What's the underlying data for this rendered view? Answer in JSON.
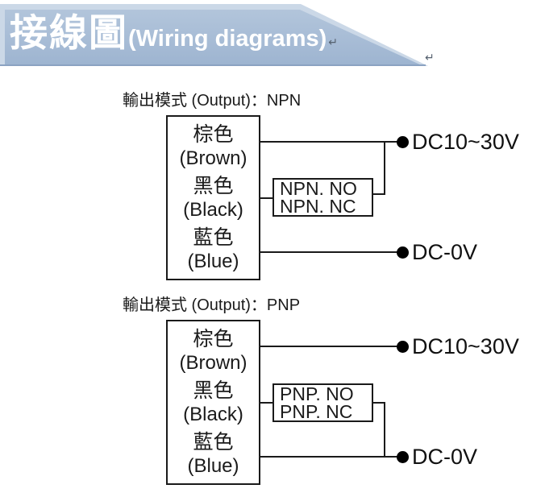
{
  "header": {
    "title_zh": "接線圖",
    "title_en": "(Wiring diagrams)",
    "return_mark": "↵",
    "colors": {
      "banner_fill": "#a6bbd5",
      "banner_edge": "#cbd8e7",
      "banner_bottom_line": "#8ba3c2",
      "title_text": "#ffffff",
      "diagram_ink": "#1a1a1a"
    }
  },
  "diagrams": [
    {
      "id": "npn",
      "label": "輸出模式 (Output)：NPN",
      "wires": [
        {
          "name": "brown",
          "zh": "棕色",
          "en": "(Brown)"
        },
        {
          "name": "black",
          "zh": "黑色",
          "en": "(Black)"
        },
        {
          "name": "blue",
          "zh": "藍色",
          "en": "(Blue)"
        }
      ],
      "output_box": [
        "NPN. NO",
        "NPN. NC"
      ],
      "terminals": [
        {
          "name": "positive",
          "label": "DC10~30V"
        },
        {
          "name": "zero",
          "label": "DC-0V"
        }
      ]
    },
    {
      "id": "pnp",
      "label": "輸出模式 (Output)：PNP",
      "wires": [
        {
          "name": "brown",
          "zh": "棕色",
          "en": "(Brown)"
        },
        {
          "name": "black",
          "zh": "黑色",
          "en": "(Black)"
        },
        {
          "name": "blue",
          "zh": "藍色",
          "en": "(Blue)"
        }
      ],
      "output_box": [
        "PNP. NO",
        "PNP. NC"
      ],
      "terminals": [
        {
          "name": "positive",
          "label": "DC10~30V"
        },
        {
          "name": "zero",
          "label": "DC-0V"
        }
      ]
    }
  ]
}
